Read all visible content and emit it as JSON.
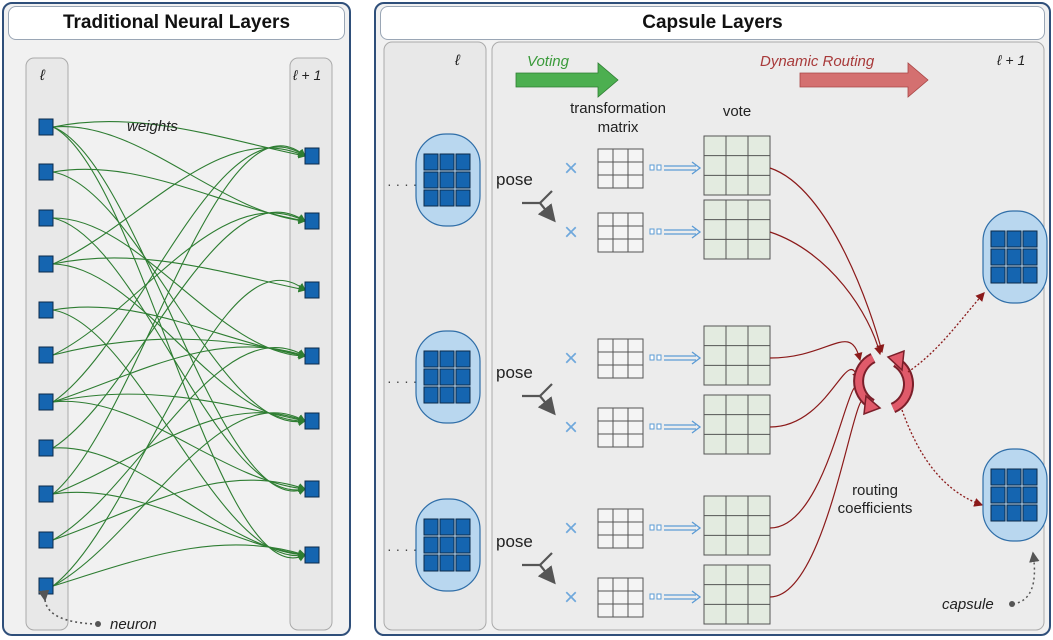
{
  "left_panel": {
    "title": "Traditional Neural Layers",
    "layer_in_label": "ℓ",
    "layer_out_label": "ℓ + 1",
    "weights_label": "weights",
    "neuron_label": "neuron"
  },
  "right_panel": {
    "title": "Capsule Layers",
    "layer_in_label": "ℓ",
    "layer_out_label": "ℓ + 1",
    "voting_label": "Voting",
    "routing_label": "Dynamic Routing",
    "transform_label_1": "transformation",
    "transform_label_2": "matrix",
    "vote_label": "vote",
    "pose_label": "pose",
    "routing_coeff_1": "routing",
    "routing_coeff_2": "coefficients",
    "capsule_label": "capsule",
    "ellipsis": "· · · ·"
  },
  "colors": {
    "neuron": "#1565b0",
    "connection": "#2e7d32",
    "voting_arrow": "#4caf50",
    "routing_arrow": "#c96060",
    "route_line": "#8b1a1a",
    "capsule_fill": "#b9d7ef"
  }
}
